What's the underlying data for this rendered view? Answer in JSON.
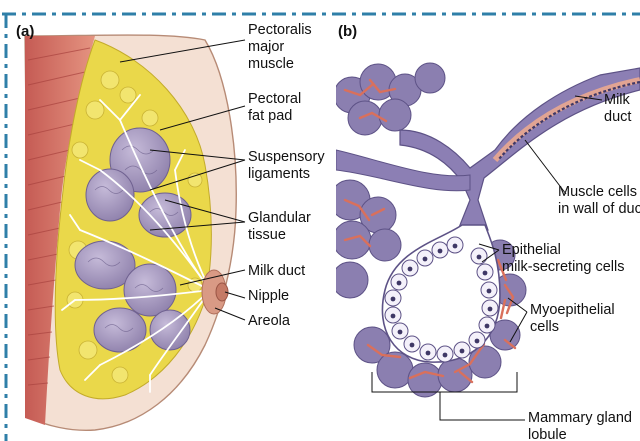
{
  "panel_a": {
    "tag": "(a)",
    "labels": {
      "pectoralis": "Pectoralis\nmajor\nmuscle",
      "fat_pad": "Pectoral\nfat pad",
      "suspensory": "Suspensory\nligaments",
      "glandular": "Glandular\ntissue",
      "milk_duct": "Milk duct",
      "nipple": "Nipple",
      "areola": "Areola"
    }
  },
  "panel_b": {
    "tag": "(b)",
    "labels": {
      "milk_duct": "Milk\nduct",
      "muscle_cells": "Muscle cells\nin wall of duct",
      "epithelial": "Epithelial\nmilk-secreting cells",
      "myoepithelial": "Myoepithelial\ncells",
      "lobule": "Mammary gland\nlobule"
    }
  },
  "colors": {
    "frame_dash": "#2f7fa8",
    "muscle": "#d9756a",
    "fat": "#ead84a",
    "gland": "#a596bd",
    "duct": "#8c7fb4",
    "skin": "#f4e0d3",
    "myo": "#d9705c"
  }
}
